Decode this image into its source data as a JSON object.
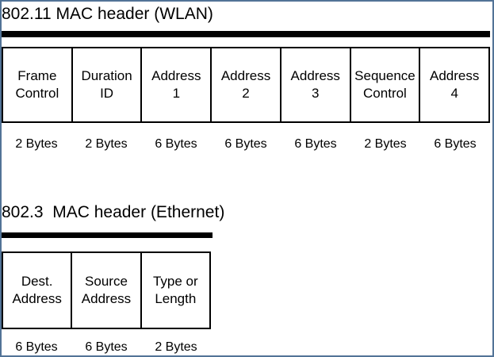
{
  "colors": {
    "canvas_border": "#527397",
    "rule": "#000000",
    "table_border": "#000000",
    "text": "#000000",
    "background": "#ffffff"
  },
  "wlan_section": {
    "title": "802.11 MAC header (WLAN)",
    "fields": [
      {
        "label": "Frame\nControl",
        "size": "2 Bytes"
      },
      {
        "label": "Duration\nID",
        "size": "2 Bytes"
      },
      {
        "label": "Address\n1",
        "size": "6 Bytes"
      },
      {
        "label": "Address\n2",
        "size": "6 Bytes"
      },
      {
        "label": "Address\n3",
        "size": "6 Bytes"
      },
      {
        "label": "Sequence\nControl",
        "size": "2 Bytes"
      },
      {
        "label": "Address\n4",
        "size": "6 Bytes"
      }
    ]
  },
  "ethernet_section": {
    "title": "802.3  MAC header (Ethernet)",
    "fields": [
      {
        "label": "Dest.\nAddress",
        "size": "6 Bytes"
      },
      {
        "label": "Source\nAddress",
        "size": "6 Bytes"
      },
      {
        "label": "Type or\nLength",
        "size": "2 Bytes"
      }
    ]
  }
}
